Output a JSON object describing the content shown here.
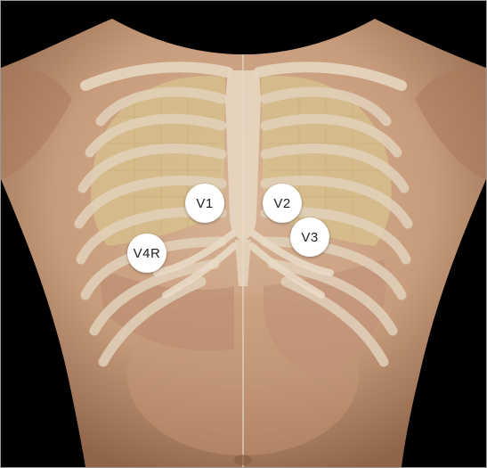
{
  "figure": {
    "subject": "chest-anatomy-illustration",
    "colors": {
      "background": "#000000",
      "skin": "#c9a182",
      "bone": "#e2d2bb",
      "lung": "#d8c28e",
      "marker_fill": "#ffffff",
      "marker_text": "#222222"
    }
  },
  "electrodes": [
    {
      "id": "v1",
      "label": "V1"
    },
    {
      "id": "v2",
      "label": "V2"
    },
    {
      "id": "v3",
      "label": "V3"
    },
    {
      "id": "v4r",
      "label": "V4R"
    }
  ]
}
